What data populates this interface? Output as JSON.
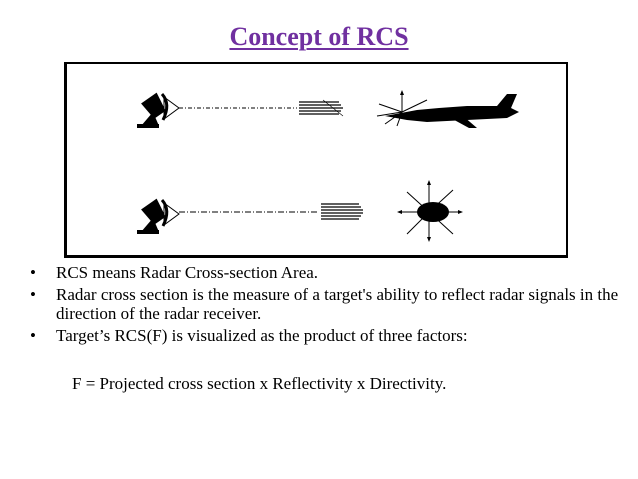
{
  "slide": {
    "title": "Concept of RCS",
    "title_color": "#7030a0"
  },
  "figure": {
    "scenarios": [
      {
        "target": "aircraft-silhouette",
        "emitter": "radar-dish-icon"
      },
      {
        "target": "sphere",
        "emitter": "radar-dish-icon"
      }
    ]
  },
  "bullets": [
    {
      "marker": "•",
      "text": " RCS means Radar Cross-section Area."
    },
    {
      "marker": "•",
      "text": "Radar cross section is the measure of a target's ability to reflect radar signals in the direction of the radar receiver."
    },
    {
      "marker": "•",
      "text": "Target’s RCS(F) is visualized as the product of three factors:"
    }
  ],
  "formula": "F = Projected cross section x Reflectivity x Directivity."
}
